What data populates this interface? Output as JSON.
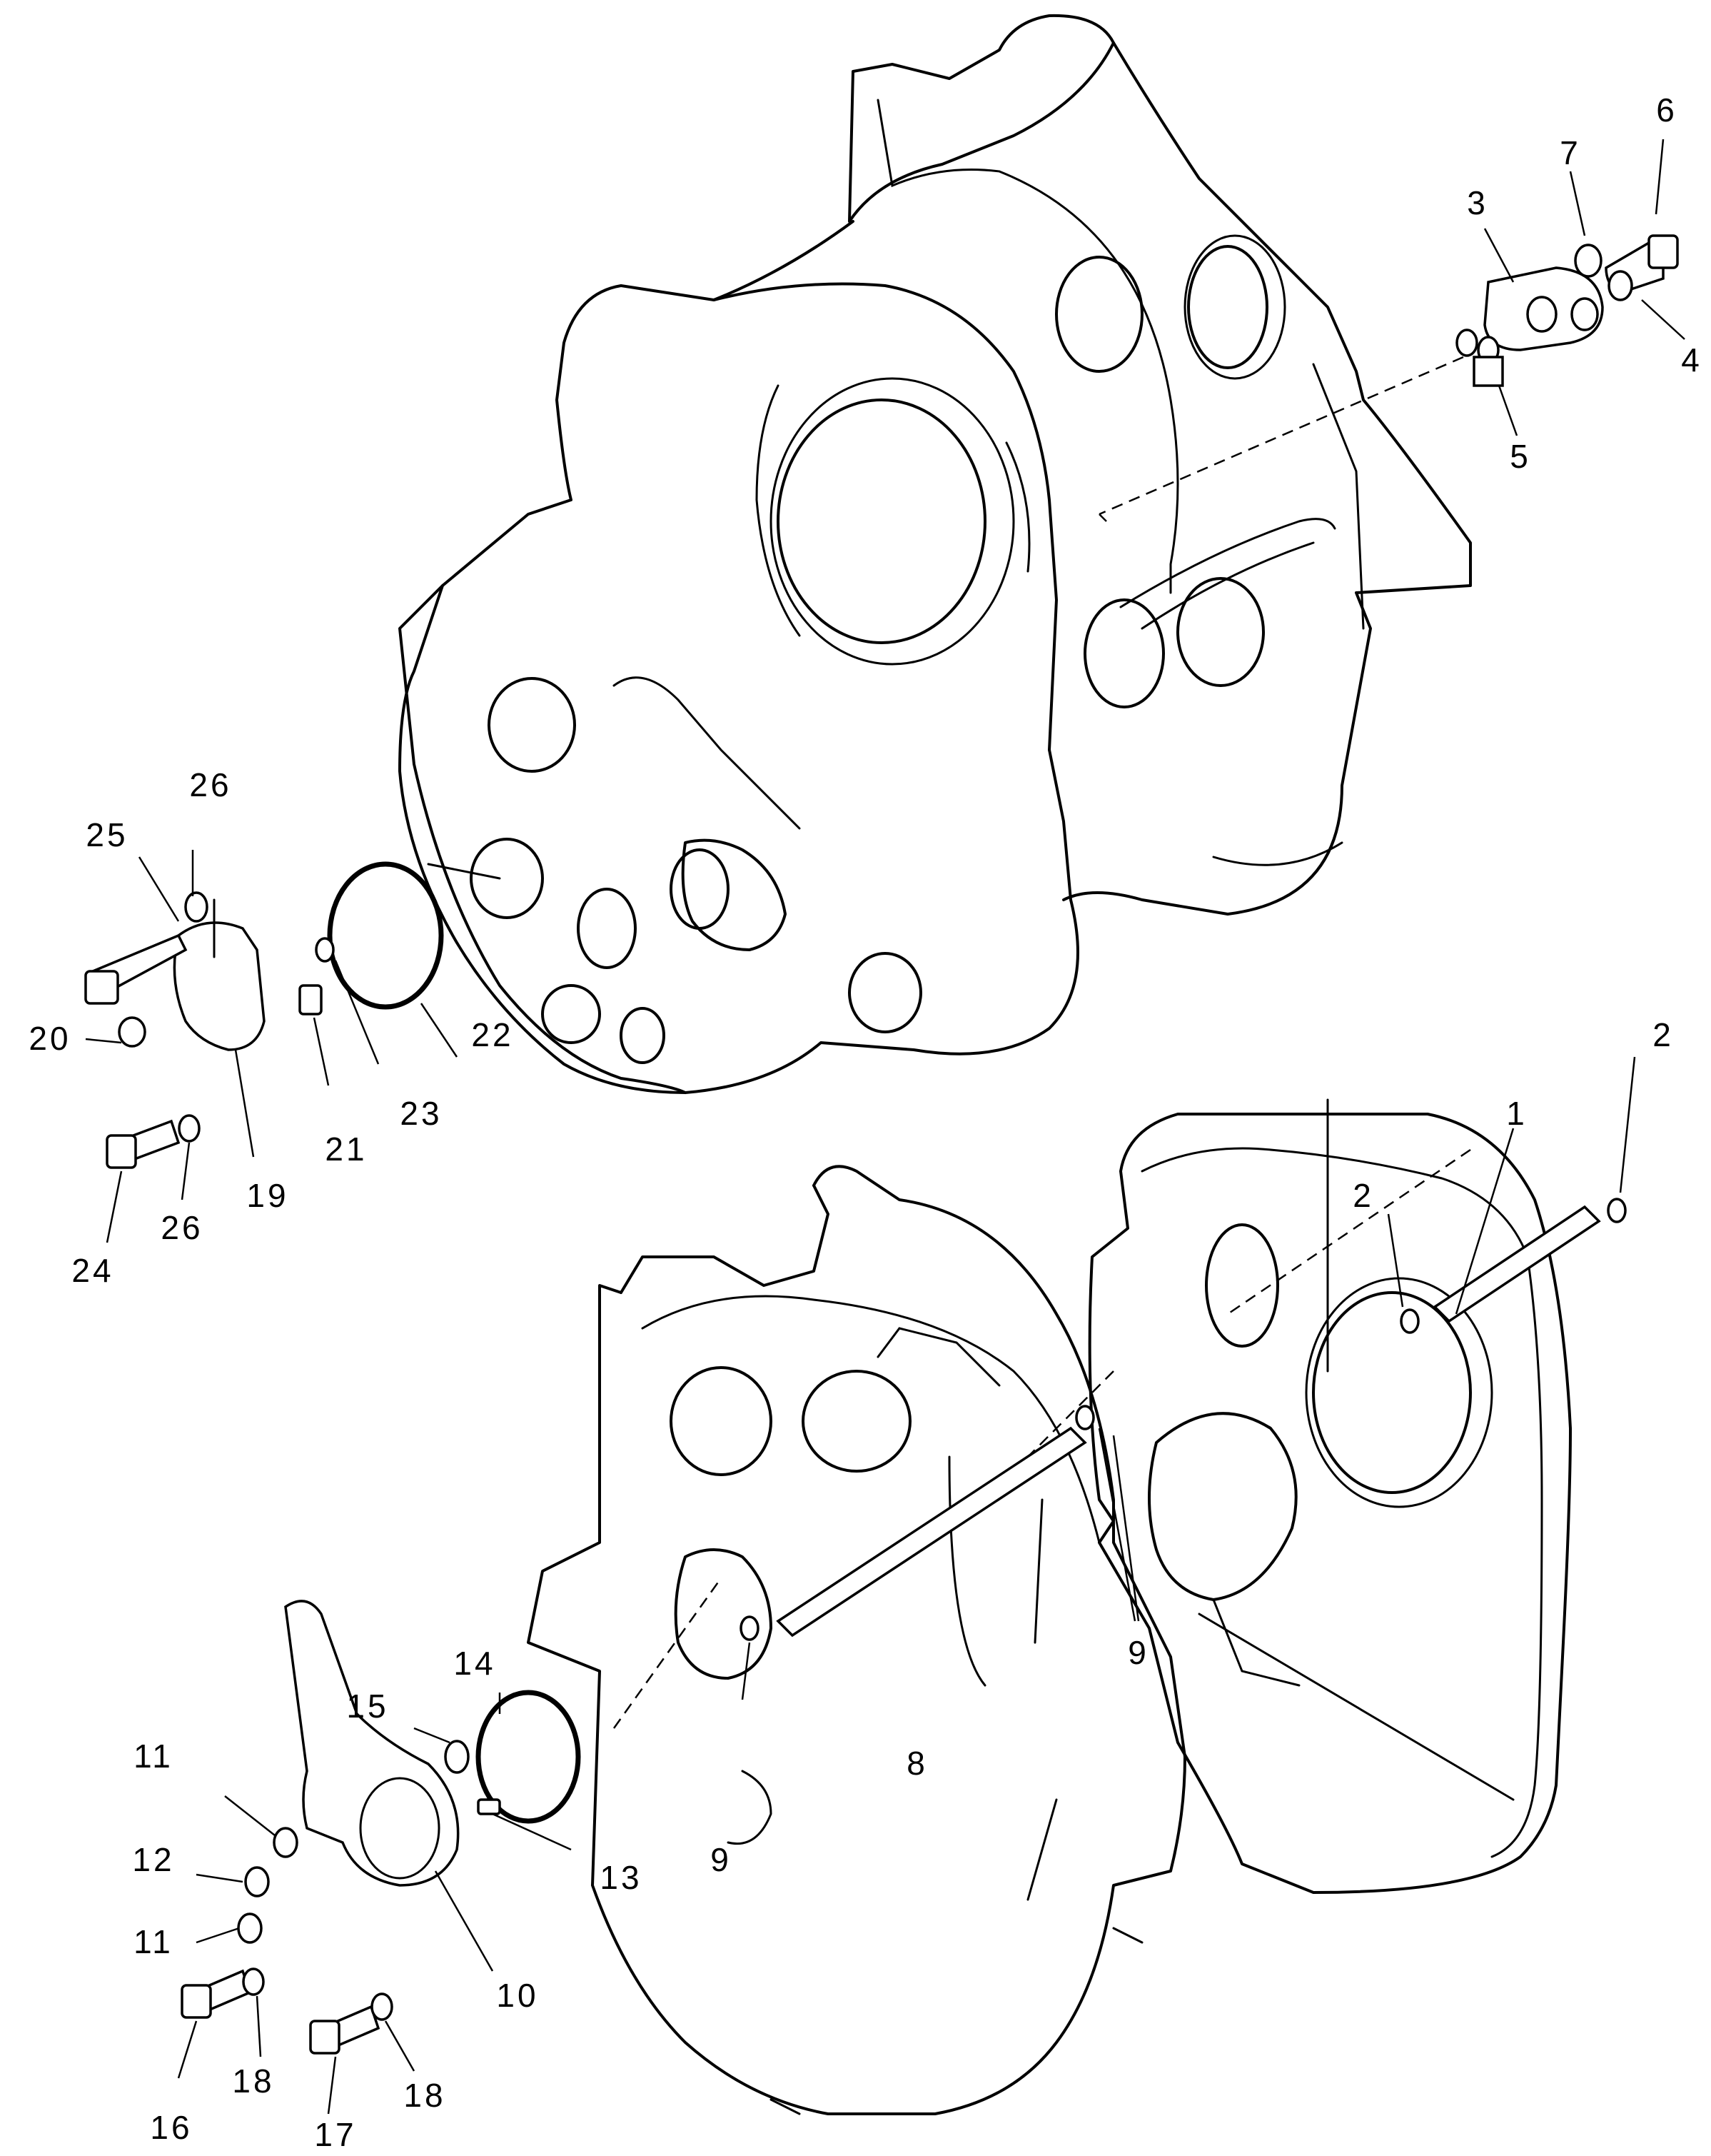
{
  "callouts": {
    "c1": "1",
    "c2a": "2",
    "c2b": "2",
    "c3": "3",
    "c4": "4",
    "c5": "5",
    "c6": "6",
    "c7": "7",
    "c8": "8",
    "c9a": "9",
    "c9b": "9",
    "c10": "10",
    "c11a": "11",
    "c11b": "11",
    "c12": "12",
    "c13": "13",
    "c14": "14",
    "c15": "15",
    "c16": "16",
    "c17": "17",
    "c18a": "18",
    "c18b": "18",
    "c19": "19",
    "c20": "20",
    "c21": "21",
    "c22": "22",
    "c23": "23",
    "c24": "24",
    "c25": "25",
    "c26a": "26",
    "c26b": "26"
  }
}
